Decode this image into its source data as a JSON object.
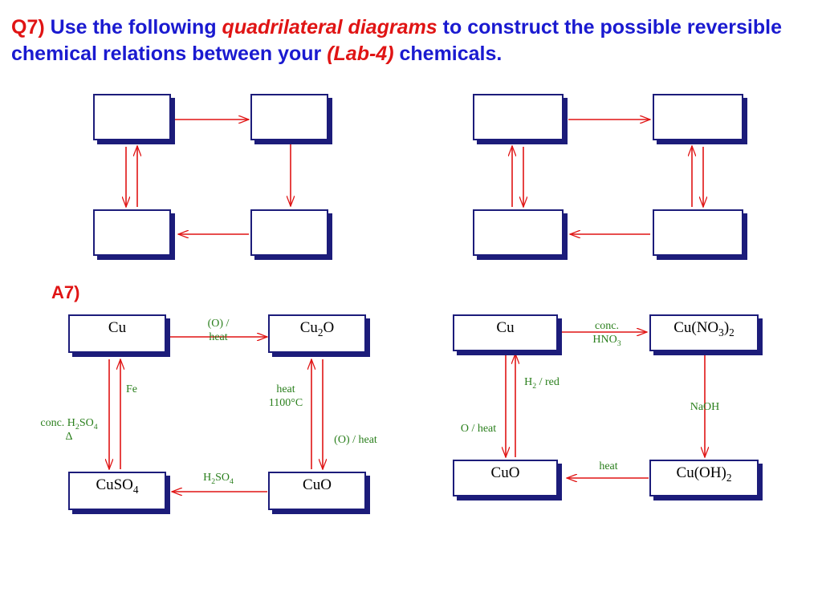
{
  "question": {
    "number": "Q7)",
    "text_before": "Use the following",
    "emphasis": "quadrilateral diagrams",
    "text_after": "to construct the possible reversible chemical relations between your",
    "lab": "(Lab-4)",
    "text_end": "chemicals."
  },
  "answer_label": "A7)",
  "diagram_left": {
    "top_left": {
      "text": "Cu"
    },
    "top_right": {
      "main": "Cu",
      "sub": "2",
      "tail": "O"
    },
    "bottom_left": {
      "main": "CuSO",
      "sub": "4",
      "tail": ""
    },
    "bottom_right": {
      "text": "CuO"
    },
    "label_top_line1": "(O) /",
    "label_top_line2": "heat",
    "label_fe": "Fe",
    "label_conc_prefix": "conc. H",
    "label_conc_sub1": "2",
    "label_conc_mid": "SO",
    "label_conc_sub2": "4",
    "label_delta": "Δ",
    "label_heat_line1": "heat",
    "label_heat_line2": "1100°C",
    "label_oheat": "(O) / heat",
    "label_bottom_main": "H",
    "label_bottom_sub1": "2",
    "label_bottom_mid": "SO",
    "label_bottom_sub2": "4"
  },
  "diagram_right": {
    "top_left": {
      "text": "Cu"
    },
    "top_right": {
      "main": "Cu(NO",
      "sub": "3",
      "tail": ")",
      "sub2": "2"
    },
    "bottom_left": {
      "text": "CuO"
    },
    "bottom_right": {
      "main": "Cu(OH)",
      "sub": "2"
    },
    "label_top_line1": "conc.",
    "label_top_line2_main": "HNO",
    "label_top_line2_sub": "3",
    "label_h2_main": "H",
    "label_h2_sub": "2",
    "label_h2_tail": " / red",
    "label_oheat": "O / heat",
    "label_naoh": "NaOH",
    "label_heat": "heat"
  },
  "colors": {
    "question_text": "#1a1ad0",
    "highlight": "#e01414",
    "arrow": "#e01414",
    "box_border": "#1c1c7a",
    "label_text": "#2a7f1c"
  }
}
